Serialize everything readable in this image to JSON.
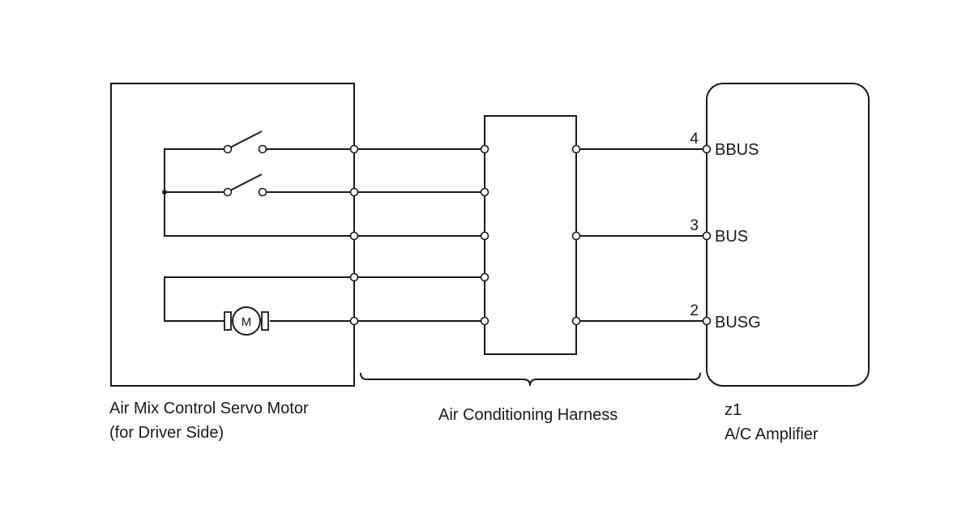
{
  "components": {
    "servo_motor": {
      "name_line1": "Air Mix Control Servo Motor",
      "name_line2": "(for Driver Side)",
      "motor_symbol_label": "M"
    },
    "harness": {
      "name": "Air Conditioning Harness"
    },
    "amplifier": {
      "connector_code": "z1",
      "name": "A/C Amplifier"
    }
  },
  "amplifier_pins": [
    {
      "number": "4",
      "signal": "BBUS"
    },
    {
      "number": "3",
      "signal": "BUS"
    },
    {
      "number": "2",
      "signal": "BUSG"
    }
  ]
}
